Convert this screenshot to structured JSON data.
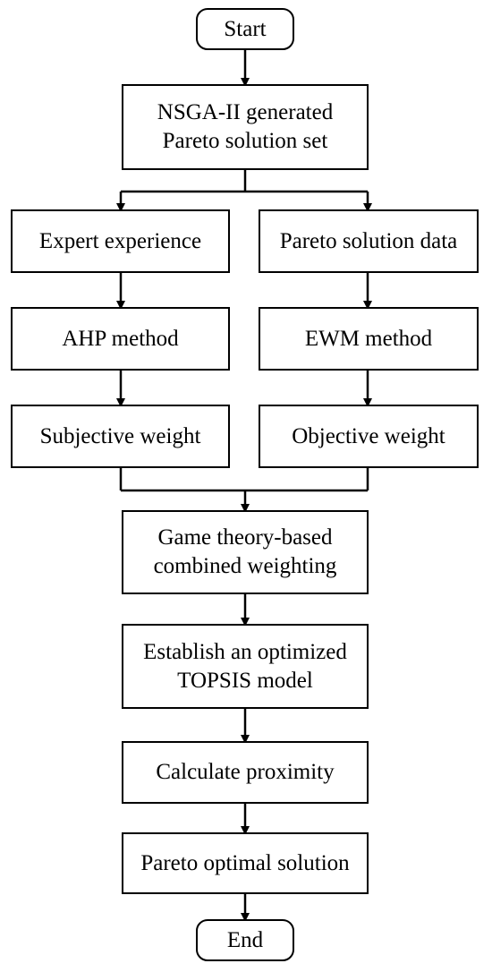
{
  "nodes": {
    "start": "Start",
    "nsga": "NSGA-II generated\nPareto solution set",
    "expert": "Expert experience",
    "pareto_data": "Pareto solution data",
    "ahp": "AHP method",
    "ewm": "EWM method",
    "subjective": "Subjective weight",
    "objective": "Objective weight",
    "game": "Game theory-based\ncombined weighting",
    "topsis": "Establish an optimized\nTOPSIS model",
    "proximity": "Calculate proximity",
    "optimal": "Pareto optimal solution",
    "end": "End"
  },
  "colors": {
    "stroke": "#000000",
    "background": "#ffffff"
  }
}
